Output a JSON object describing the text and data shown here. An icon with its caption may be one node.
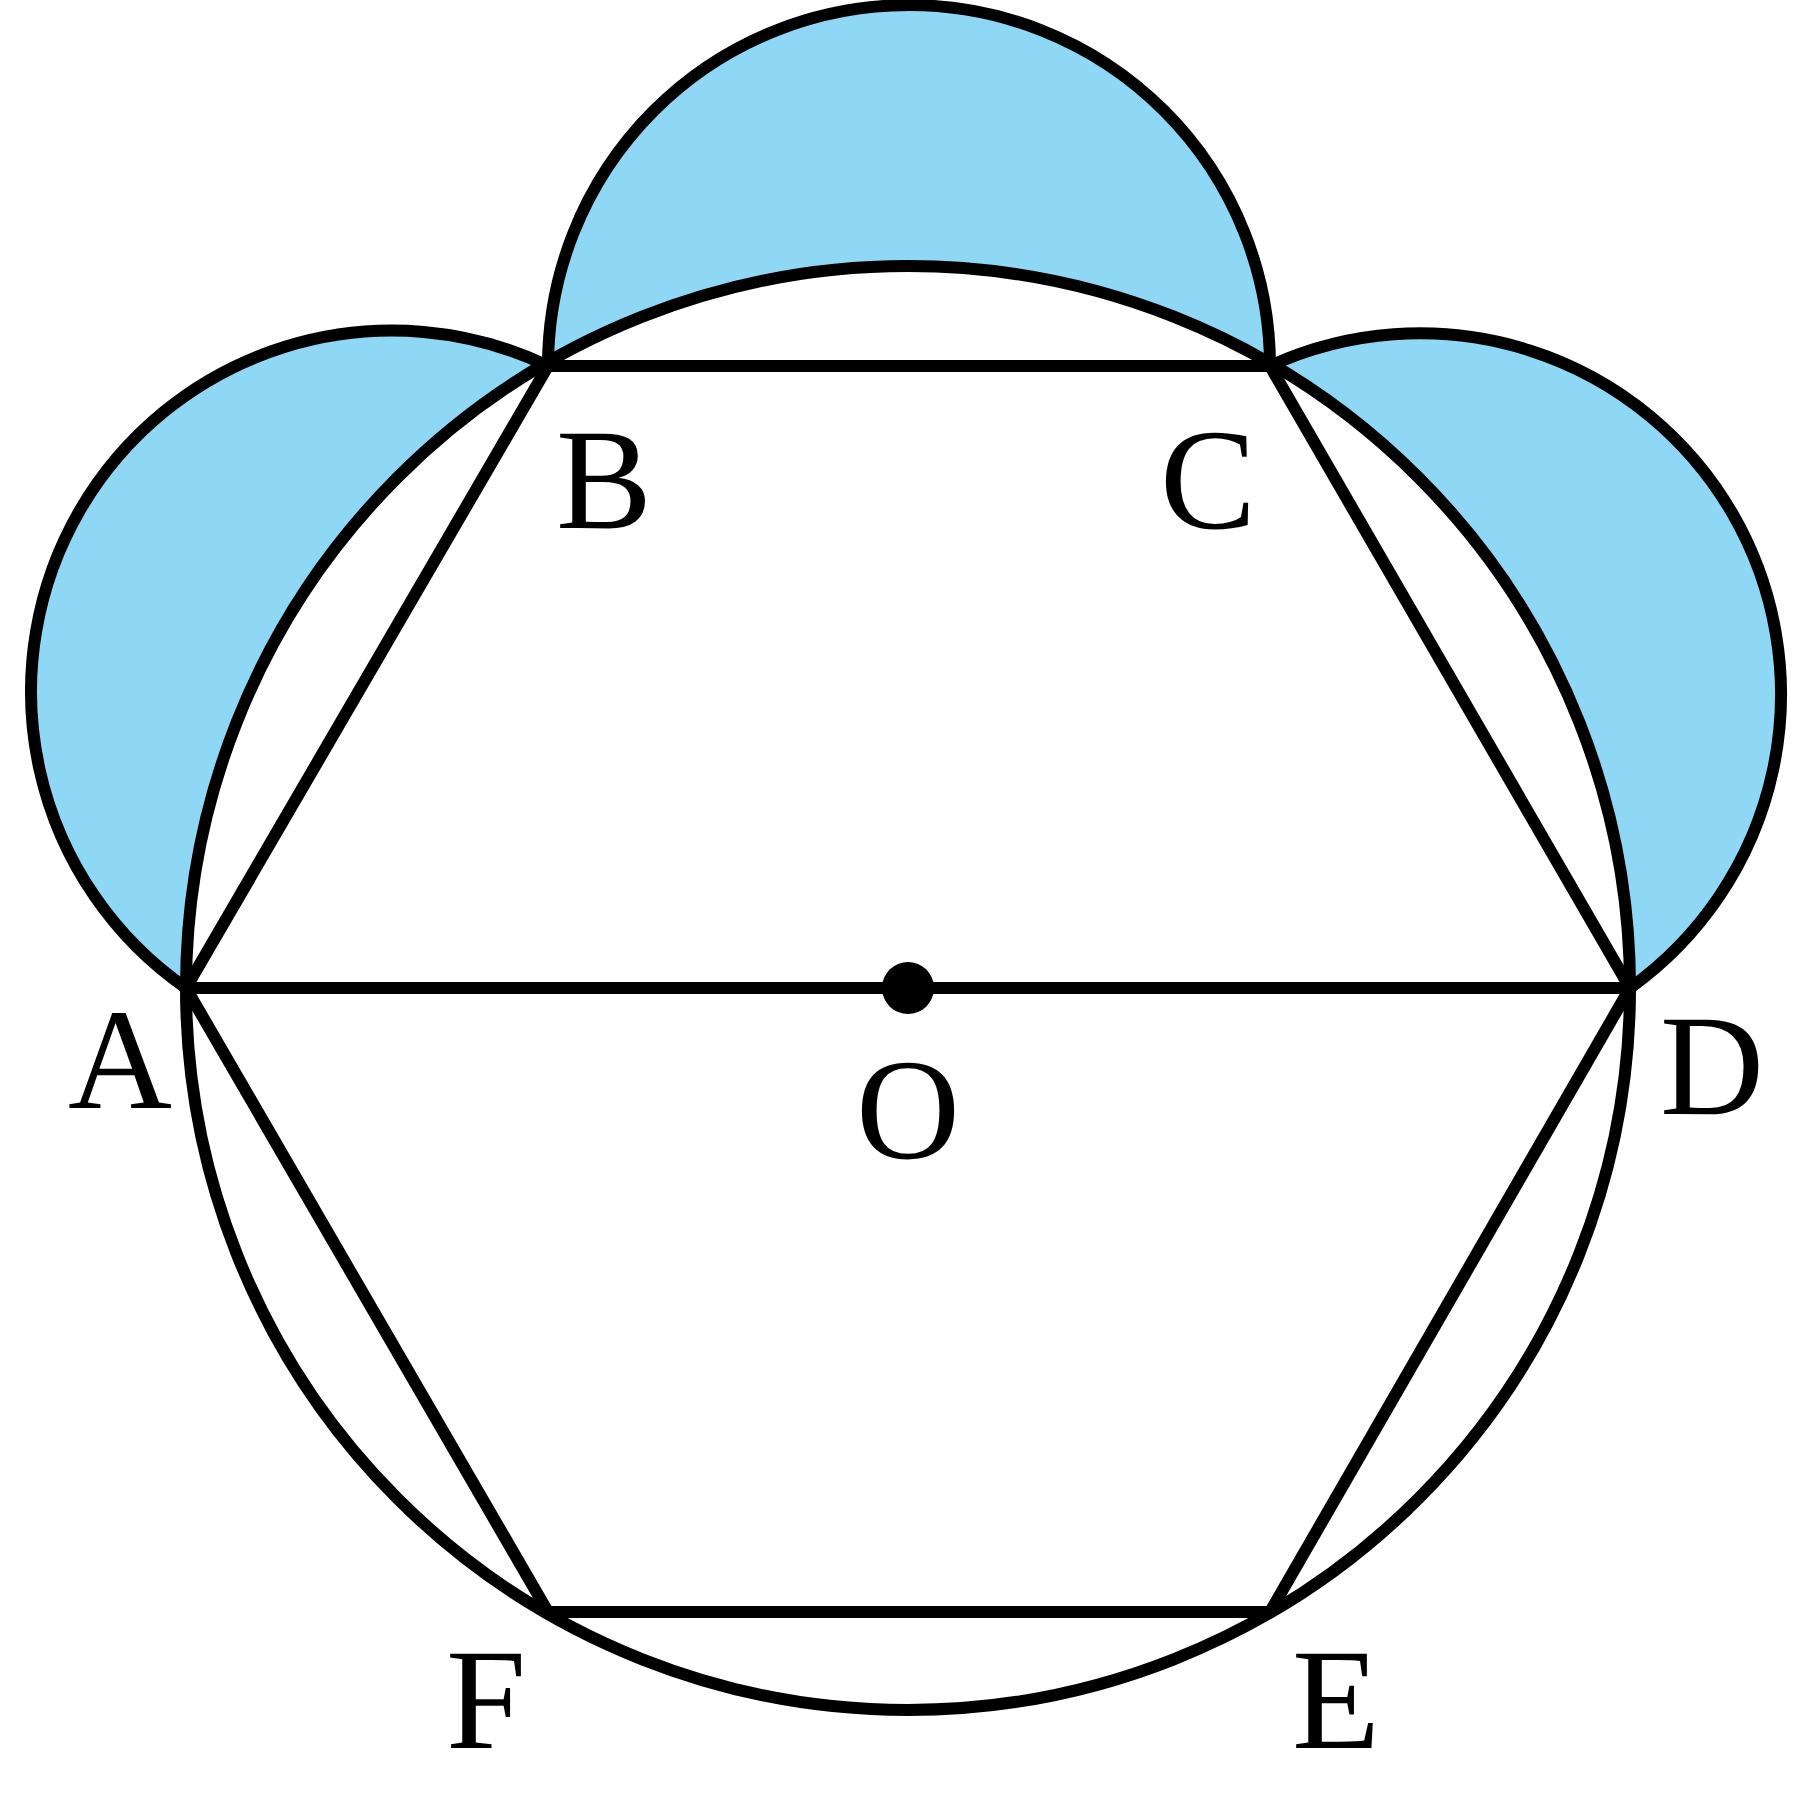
{
  "diagram": {
    "labels": [
      "B",
      "C",
      "A",
      "O",
      "D",
      "F",
      "E"
    ]
  }
}
